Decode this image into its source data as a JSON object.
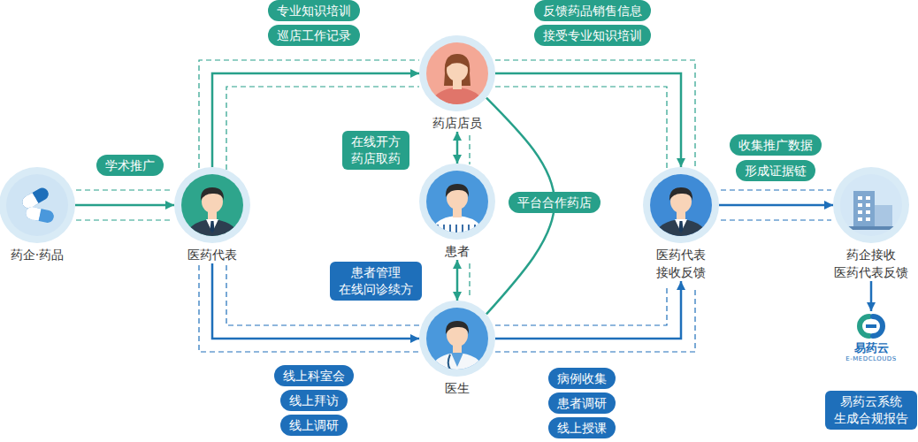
{
  "diagram": {
    "nodes": [
      {
        "text": [
          "药企·药品"
        ]
      },
      {
        "text": [
          "医药代表"
        ]
      },
      {
        "text": [
          "药店店员"
        ]
      },
      {
        "text": [
          "患者"
        ]
      },
      {
        "text": [
          "医生"
        ]
      },
      {
        "text": [
          "医药代表 接收反馈"
        ]
      },
      {
        "text": [
          "药企接收 医药代表反馈"
        ]
      },
      {
        "text": [
          "易药云",
          "E-MEDCLOUDS"
        ]
      },
      {
        "text": [
          "易药云系统 生成合规报告"
        ]
      },
      {
        "text": [
          "学术推广"
        ]
      },
      {
        "text": [
          "专业知识培训"
        ]
      },
      {
        "text": [
          "巡店工作记录"
        ]
      },
      {
        "text": [
          "反馈药品销售信息"
        ]
      },
      {
        "text": [
          "接受专业知识培训"
        ]
      },
      {
        "text": [
          "在线开方 药店取药"
        ]
      },
      {
        "text": [
          "患者管理 在线问诊续方"
        ]
      },
      {
        "text": [
          "线上科室会"
        ]
      },
      {
        "text": [
          "线上拜访"
        ]
      },
      {
        "text": [
          "线上调研"
        ]
      },
      {
        "text": [
          "病例收集"
        ]
      },
      {
        "text": [
          "患者调研"
        ]
      },
      {
        "text": [
          "线上授课"
        ]
      },
      {
        "text": [
          "收集推广数据"
        ]
      },
      {
        "text": [
          "形成证据链"
        ]
      }
    ],
    "edges": [
      {
        "from": 0,
        "to": 1,
        "arrow": "to"
      },
      {
        "from": 1,
        "to": 2,
        "arrow": "to"
      },
      {
        "from": 1,
        "to": 4,
        "arrow": "to"
      },
      {
        "from": 2,
        "to": 5,
        "arrow": "to"
      },
      {
        "from": 4,
        "to": 5,
        "arrow": "to"
      },
      {
        "from": 2,
        "to": 3,
        "arrow": "both"
      },
      {
        "from": 3,
        "to": 4,
        "arrow": "both"
      },
      {
        "from": 2,
        "to": 4,
        "label": "平台合作药店",
        "arrow": "none"
      },
      {
        "from": 5,
        "to": 6,
        "arrow": "to"
      },
      {
        "from": 6,
        "to": 7,
        "arrow": "to"
      }
    ]
  }
}
